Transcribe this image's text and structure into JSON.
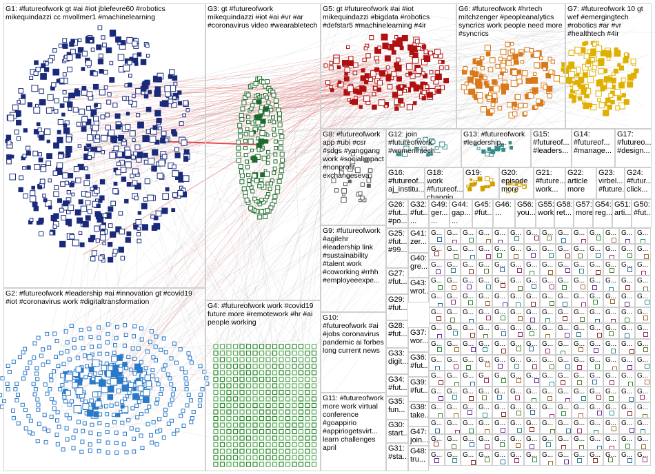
{
  "groups": [
    {
      "id": "G1",
      "label": "G1: #futureofwork gt #ai #iot jblefevre60 #robotics mikequindazzi cc mvollmer1 #machinelearning",
      "color": "#1a2a7a"
    },
    {
      "id": "G2",
      "label": "G2: #futureofwork #leadership #ai #innovation gt #covid19 #iot #coronavirus work #digitaltransformation",
      "color": "#2a78c8"
    },
    {
      "id": "G3",
      "label": "G3: gt #futureofwork mikequindazzi #iot #ai #vr #ar #coronavirus video #wearabletech",
      "color": "#1f6b2e"
    },
    {
      "id": "G4",
      "label": "G4: #futureofwork work #covid19 future more #remotework #hr #ai people working",
      "color": "#3a9a3a"
    },
    {
      "id": "G5",
      "label": "G5: gt #futureofwork #ai #iot mikequindazzi #bigdata #robotics #defstar5 #machinelearning #4ir",
      "color": "#b01010"
    },
    {
      "id": "G6",
      "label": "G6: #futureofwork #hrtech mitchzenger #peopleanalytics syncrics work people need more #syncrics",
      "color": "#d9791a"
    },
    {
      "id": "G7",
      "label": "G7: #futureofwork 10 gt wef #emergingtech #robotics #ar #vr #healthtech #4ir",
      "color": "#e0b000"
    },
    {
      "id": "G8",
      "label": "G8: #futureofwork app #ubi #csr #sdgs #yanggang work #socialimpact #nonprofit exchangeseva",
      "color": "#5a5a5a"
    },
    {
      "id": "G9",
      "label": "G9: #futureofwork #agilehr #leadership link #sustainability #talent work #coworking #rrhh #employeeexpe...",
      "color": "#5a5a5a"
    },
    {
      "id": "G10",
      "label": "G10: #futureofwork #ai #jobs coronavirus pandemic ai forbes long current news",
      "color": "#5a5a5a"
    },
    {
      "id": "G11",
      "label": "G11: #futureofwork more work virtual conference #goappirio #appiriogetsvirt... learn challenges april",
      "color": "#5a5a5a"
    },
    {
      "id": "G12",
      "label": "G12: join #futureofwork #womenintech...",
      "color": "#3a8a8a"
    },
    {
      "id": "G13",
      "label": "G13: #futureofwork #leadership...",
      "color": "#3a8a8a"
    },
    {
      "id": "G15",
      "label": "G15: #futureof... #leaders...",
      "color": "#3a8a8a"
    },
    {
      "id": "G14",
      "label": "G14: #futureof... #manage...",
      "color": "#3a8a8a"
    },
    {
      "id": "G17",
      "label": "G17: #futureo... #design...",
      "color": "#3a8a8a"
    },
    {
      "id": "G16",
      "label": "G16: #futureof... aj_institu...",
      "color": "#7a9a2a"
    },
    {
      "id": "G18",
      "label": "G18: work #futureof... changin...",
      "color": "#7a9a2a"
    },
    {
      "id": "G19",
      "label": "G19:",
      "color": "#d0a000"
    },
    {
      "id": "G20",
      "label": "G20: episode more",
      "color": "#d0a000"
    },
    {
      "id": "G21",
      "label": "G21: #future... work...",
      "color": "#8a5aa0"
    },
    {
      "id": "G22",
      "label": "G22: article more",
      "color": "#8a5aa0"
    },
    {
      "id": "G23",
      "label": "G23: virbel... #future...",
      "color": "#8a5aa0"
    },
    {
      "id": "G24",
      "label": "G24: #futur... click...",
      "color": "#8a5aa0"
    },
    {
      "id": "G26",
      "label": "G26: #fut... #po...",
      "color": "#2a7a4a"
    },
    {
      "id": "G32",
      "label": "G32: #fut... ...",
      "color": "#2a7a4a"
    },
    {
      "id": "G49",
      "label": "G49: ger... ...",
      "color": "#2a7a4a"
    },
    {
      "id": "G44",
      "label": "G44: gap... ...",
      "color": "#2a7a4a"
    },
    {
      "id": "G45",
      "label": "G45: #fut...",
      "color": "#2a7a4a"
    },
    {
      "id": "G46",
      "label": "G46: ...",
      "color": "#2a7a4a"
    },
    {
      "id": "G56",
      "label": "G56: you...",
      "color": "#2a7a4a"
    },
    {
      "id": "G55",
      "label": "G55: work",
      "color": "#2a7a4a"
    },
    {
      "id": "G58",
      "label": "G58: ret...",
      "color": "#2a7a4a"
    },
    {
      "id": "G57",
      "label": "G57: more",
      "color": "#2a7a4a"
    },
    {
      "id": "G54",
      "label": "G54: reg...",
      "color": "#2a7a4a"
    },
    {
      "id": "G51",
      "label": "G51: arti...",
      "color": "#2a7a4a"
    },
    {
      "id": "G50",
      "label": "G50: #fut...",
      "color": "#2a7a4a"
    },
    {
      "id": "G25",
      "label": "G25: #fut... #99...",
      "color": "#8a2a6a"
    },
    {
      "id": "G41",
      "label": "G41: zer...",
      "color": "#8a2a6a"
    },
    {
      "id": "G27",
      "label": "G27: #fut...",
      "color": "#8a2a6a"
    },
    {
      "id": "G40",
      "label": "G40: gre...",
      "color": "#8a2a6a"
    },
    {
      "id": "G29",
      "label": "G29: #fut...",
      "color": "#8a2a6a"
    },
    {
      "id": "G43",
      "label": "G43: wrot...",
      "color": "#8a2a6a"
    },
    {
      "id": "G28",
      "label": "G28: #fut...",
      "color": "#8a2a6a"
    },
    {
      "id": "G37",
      "label": "G37: wor...",
      "color": "#8a2a6a"
    },
    {
      "id": "G33",
      "label": "G33: digit...",
      "color": "#8a2a6a"
    },
    {
      "id": "G36",
      "label": "G36: #fut...",
      "color": "#8a2a6a"
    },
    {
      "id": "G34",
      "label": "G34: #fut...",
      "color": "#8a2a6a"
    },
    {
      "id": "G39",
      "label": "G39: #fut...",
      "color": "#8a2a6a"
    },
    {
      "id": "G35",
      "label": "G35: fun...",
      "color": "#8a2a6a"
    },
    {
      "id": "G38",
      "label": "G38: take...",
      "color": "#8a2a6a"
    },
    {
      "id": "G30",
      "label": "G30: start...",
      "color": "#8a2a6a"
    },
    {
      "id": "G47",
      "label": "G47: join...",
      "color": "#8a2a6a"
    },
    {
      "id": "G31",
      "label": "G31: #sta...",
      "color": "#8a2a6a"
    },
    {
      "id": "G48",
      "label": "G48: tru...",
      "color": "#8a2a6a"
    }
  ],
  "small_group_label": "G..."
}
